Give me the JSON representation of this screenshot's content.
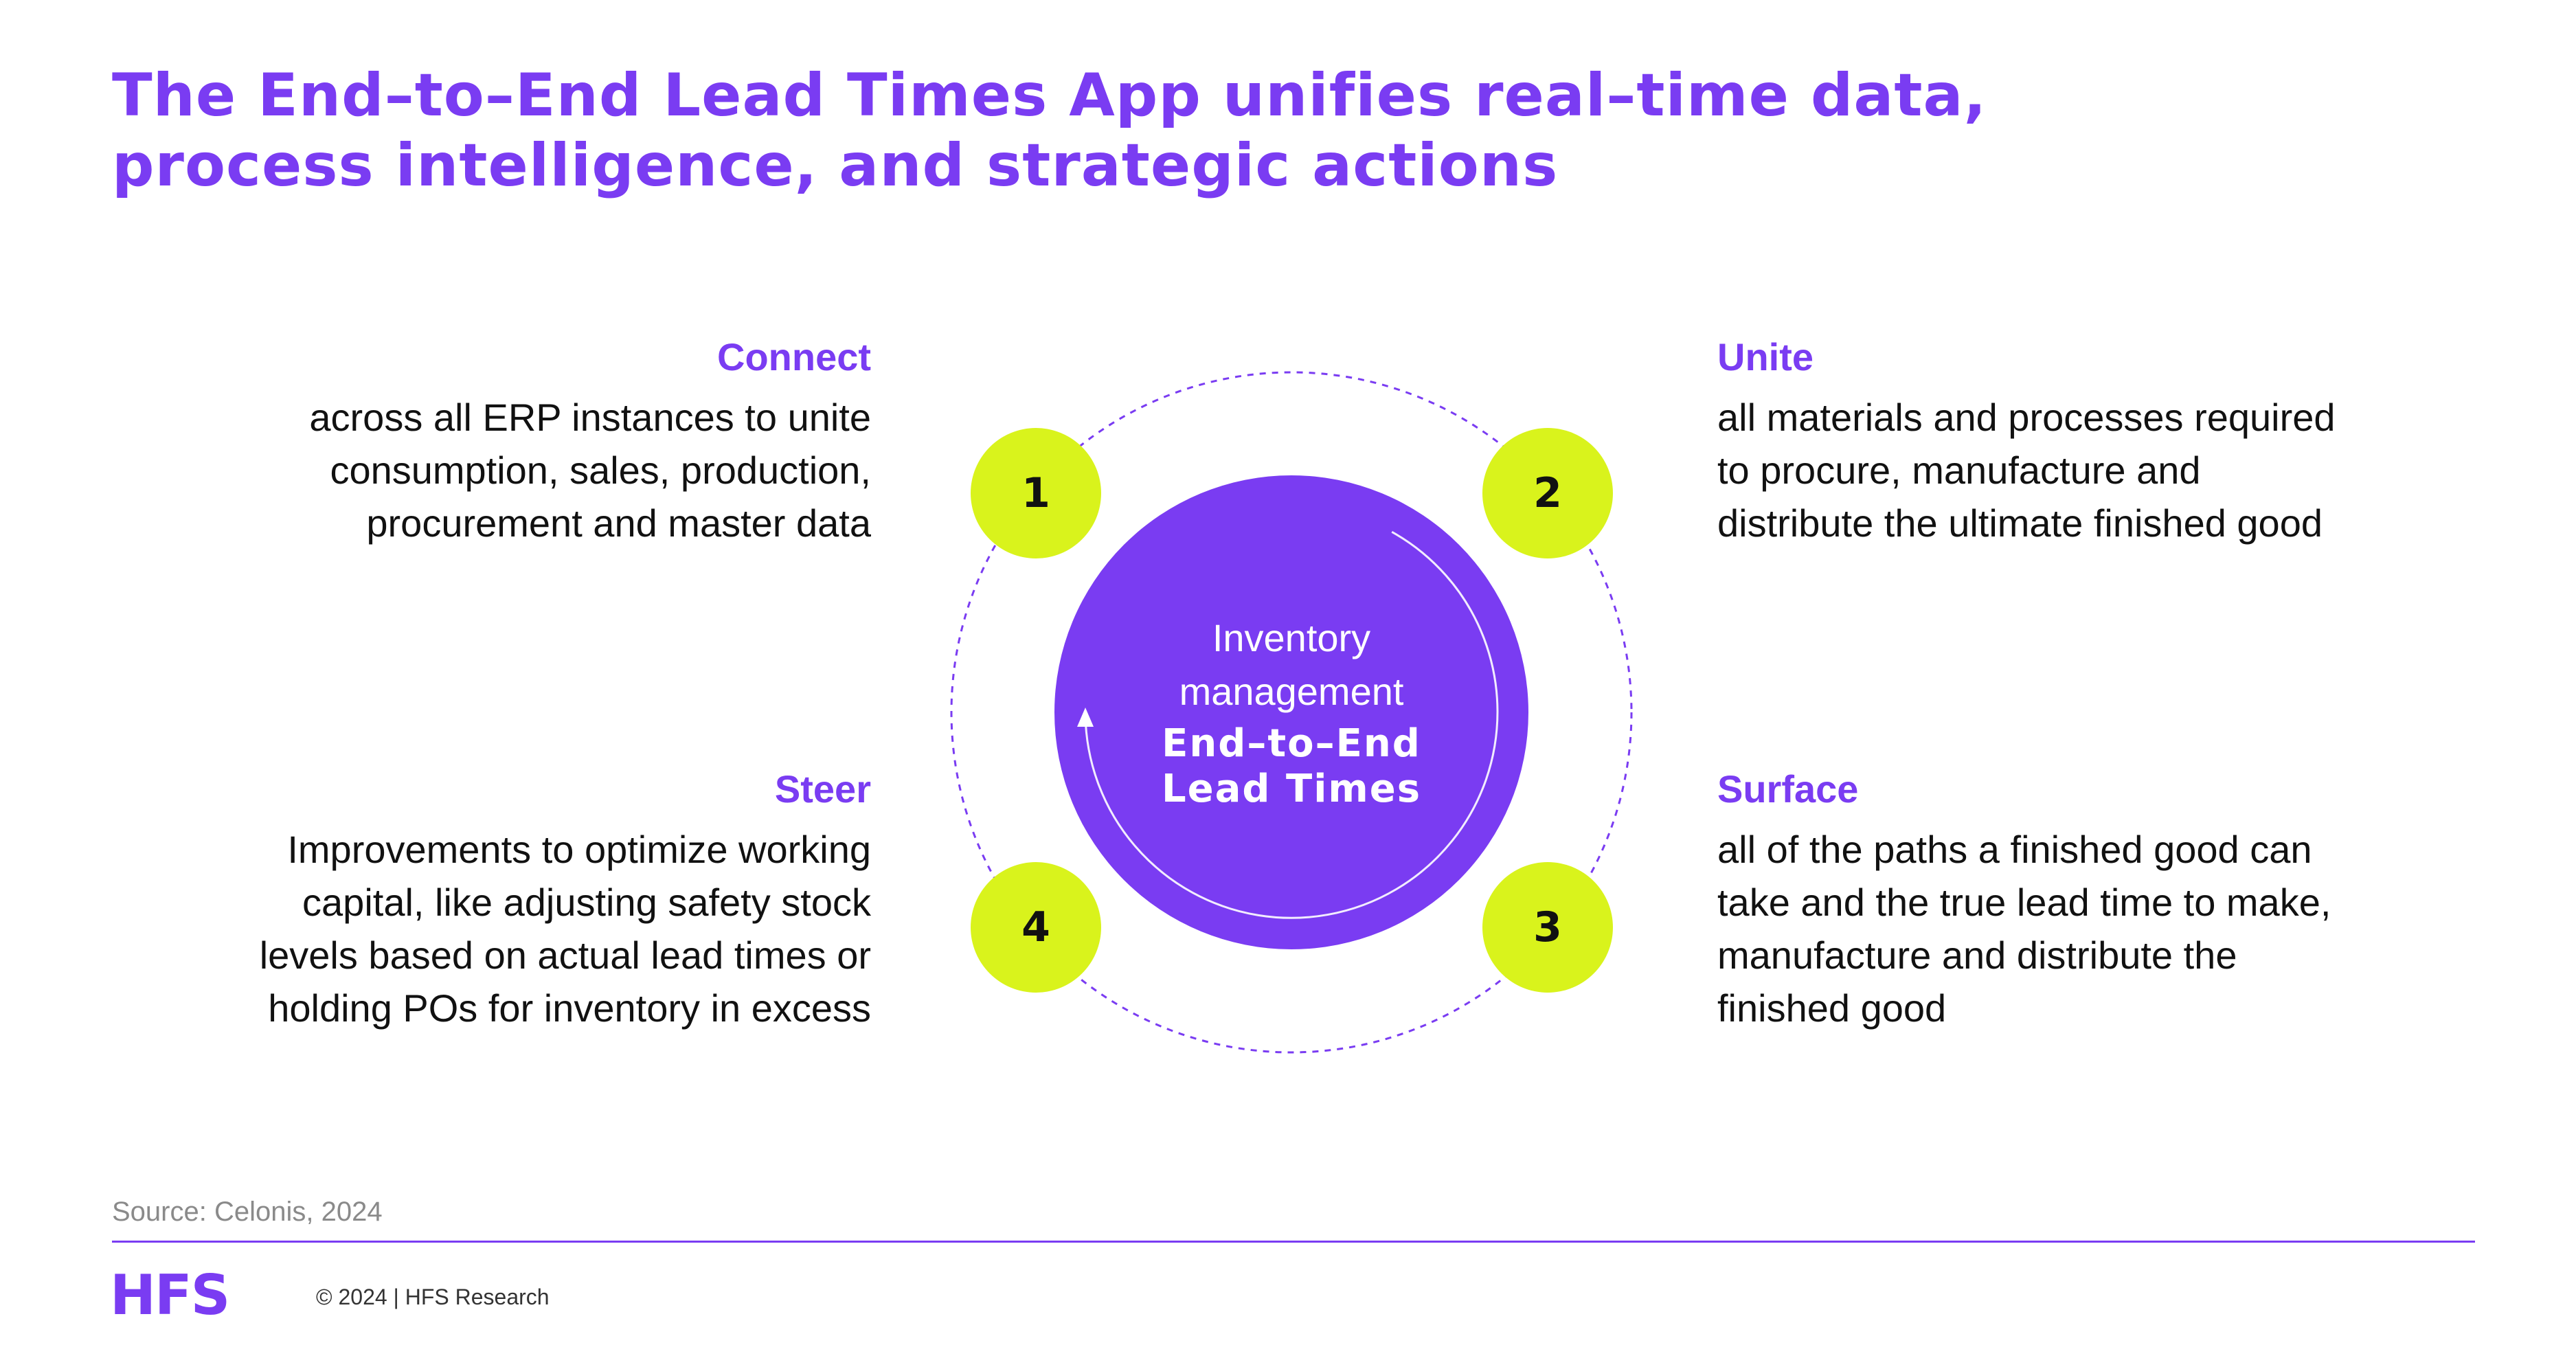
{
  "title": {
    "line1": "The End–to–End Lead Times App unifies real–time data,",
    "line2": "process intelligence, and strategic actions"
  },
  "center": {
    "sub_line1": "Inventory",
    "sub_line2": "management",
    "main_line1": "End–to–End",
    "main_line2": "Lead Times"
  },
  "steps": [
    {
      "number": "1",
      "heading": "Connect",
      "lines": [
        "across all ERP instances to unite",
        "consumption, sales, production,",
        "procurement and master data"
      ]
    },
    {
      "number": "2",
      "heading": "Unite",
      "lines": [
        "all materials and processes required",
        "to procure, manufacture and",
        "distribute the ultimate finished good"
      ]
    },
    {
      "number": "3",
      "heading": "Surface",
      "lines": [
        "all of the paths a finished good can",
        "take and the true lead time to make,",
        "manufacture and distribute the",
        "finished good"
      ]
    },
    {
      "number": "4",
      "heading": "Steer",
      "lines": [
        "Improvements to optimize working",
        "capital, like adjusting safety stock",
        "levels based on actual lead times or",
        "holding POs for inventory in excess"
      ]
    }
  ],
  "footer": {
    "source": "Source: Celonis, 2024",
    "logo": "HFS",
    "copyright": "© 2024 | HFS Research"
  },
  "colors": {
    "accent": "#7a3cf2",
    "badge": "#d9f31c",
    "text": "#111111"
  }
}
